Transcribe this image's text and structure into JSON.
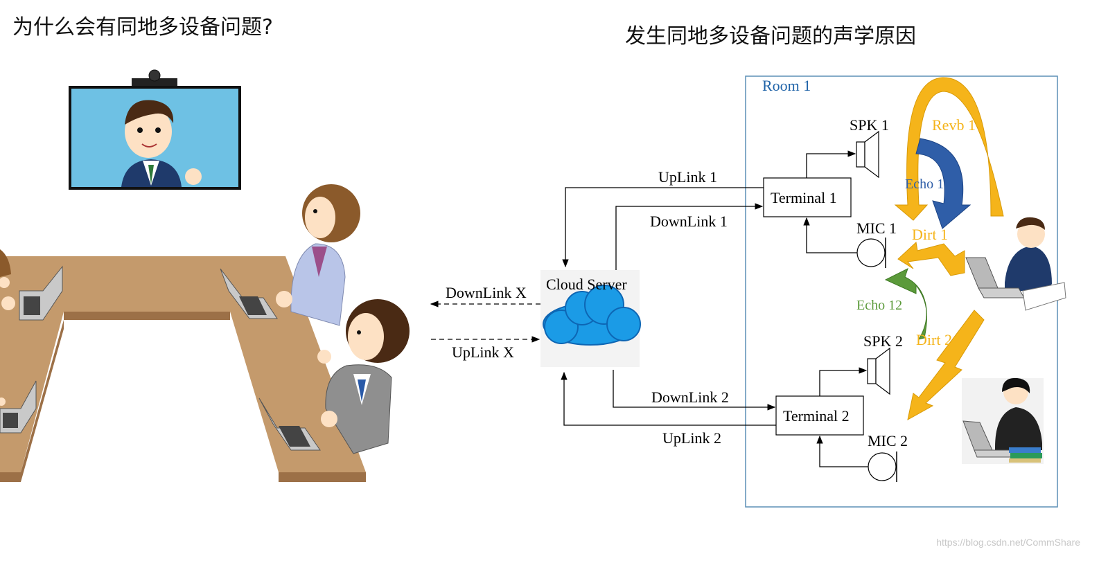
{
  "titles": {
    "left": "为什么会有同地多设备问题?",
    "right": "发生同地多设备问题的声学原因"
  },
  "diagram": {
    "room_label": "Room 1",
    "cloud_label": "Cloud Server",
    "terminal1": "Terminal 1",
    "terminal2": "Terminal 2",
    "spk1": "SPK 1",
    "spk2": "SPK 2",
    "mic1": "MIC 1",
    "mic2": "MIC 2",
    "uplink1": "UpLink 1",
    "downlink1": "DownLink 1",
    "uplink2": "UpLink 2",
    "downlink2": "DownLink 2",
    "uplinkx": "UpLink X",
    "downlinkx": "DownLink X",
    "revb1": "Revb 1",
    "echo11": "Echo 11",
    "dirt1": "Dirt 1",
    "echo12": "Echo 12",
    "dirt2": "Dirt 2"
  },
  "colors": {
    "room_border": "#5b8fb5",
    "room_label": "#1f63a8",
    "orange": "#f5b41a",
    "blue_arrow": "#2f5ea8",
    "green_arrow": "#5b9a3a",
    "table": "#c49a6c",
    "screen": "#6ec1e4"
  },
  "watermark": "https://blog.csdn.net/CommShare"
}
